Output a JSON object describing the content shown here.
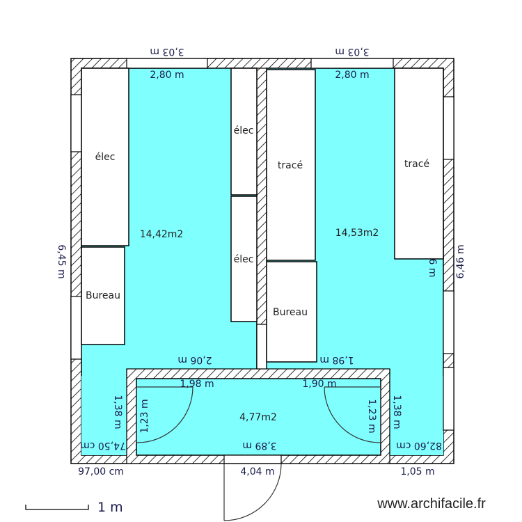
{
  "plan": {
    "colors": {
      "room_fill": "#80ffff",
      "wall_stroke": "#000000",
      "furniture_fill": "#ffffff"
    },
    "rooms": [
      {
        "name": "left-room",
        "area": "14,42m2"
      },
      {
        "name": "right-room",
        "area": "14,53m2"
      },
      {
        "name": "corridor",
        "area": "4,77m2"
      }
    ],
    "furniture": [
      {
        "name": "elec-left",
        "label": "élec"
      },
      {
        "name": "bureau-left",
        "label": "Bureau"
      },
      {
        "name": "elec-center-top",
        "label": "élec"
      },
      {
        "name": "elec-center-bottom",
        "label": "élec"
      },
      {
        "name": "trace-center",
        "label": "tracé"
      },
      {
        "name": "bureau-center",
        "label": "Bureau"
      },
      {
        "name": "trace-right",
        "label": "tracé"
      }
    ],
    "dimensions": {
      "top_left_outer": "3,03 m",
      "top_right_outer": "3,03 m",
      "top_left_inner": "2,80 m",
      "top_right_inner": "2,80 m",
      "left_height": "6,45 m",
      "right_height": "6,46 m",
      "right_inner_partial": "6 m",
      "corridor_top_left": "2,06 m",
      "corridor_top_right": "1,98 m",
      "corridor_inner_left": "1,98 m",
      "corridor_inner_right": "1,90 m",
      "corridor_door_left_radius": "1,23 m",
      "corridor_door_right_radius": "1,23 m",
      "left_pocket_height": "1,38 m",
      "right_pocket_height": "1,38 m",
      "left_pocket_width": "74,50 cm",
      "right_pocket_width": "82,60 cm",
      "corridor_bottom": "3,89 m",
      "bottom_left": "97,00 cm",
      "bottom_door": "4,04 m",
      "bottom_right": "1,05 m"
    },
    "scale_label": "1 m",
    "watermark": "www.archifacile.fr"
  }
}
